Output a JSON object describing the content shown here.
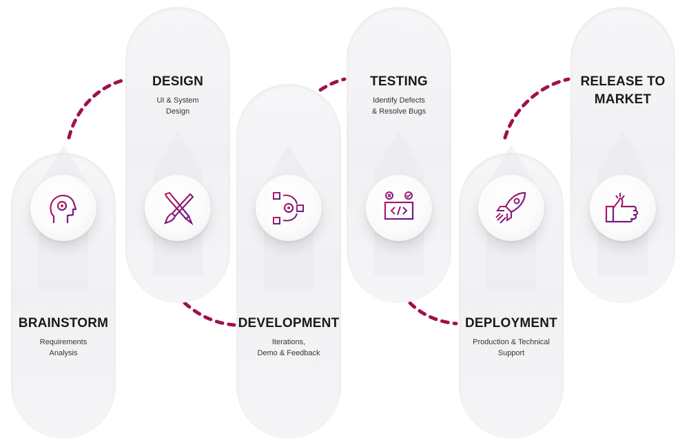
{
  "stages": [
    {
      "title": "BRAINSTORM",
      "desc": "Requirements\nAnalysis",
      "icon": "head-gear-icon"
    },
    {
      "title": "DESIGN",
      "desc": "UI & System\nDesign",
      "icon": "pencil-brush-icon"
    },
    {
      "title": "DEVELOPMENT",
      "desc": "Iterations,\nDemo & Feedback",
      "icon": "workflow-gear-icon"
    },
    {
      "title": "TESTING",
      "desc": "Identify Defects\n& Resolve Bugs",
      "icon": "laptop-code-icon"
    },
    {
      "title": "DEPLOYMENT",
      "desc": "Production & Technical\nSupport",
      "icon": "rocket-icon"
    },
    {
      "title": "RELEASE TO\nMARKET",
      "desc": "",
      "icon": "thumbs-up-icon"
    }
  ],
  "colors": {
    "accent": "#a0104f",
    "accent_light": "#c2185b",
    "icon_stroke_a": "#b0125a",
    "icon_stroke_b": "#5a1a8a",
    "text": "#1a1a1a"
  }
}
